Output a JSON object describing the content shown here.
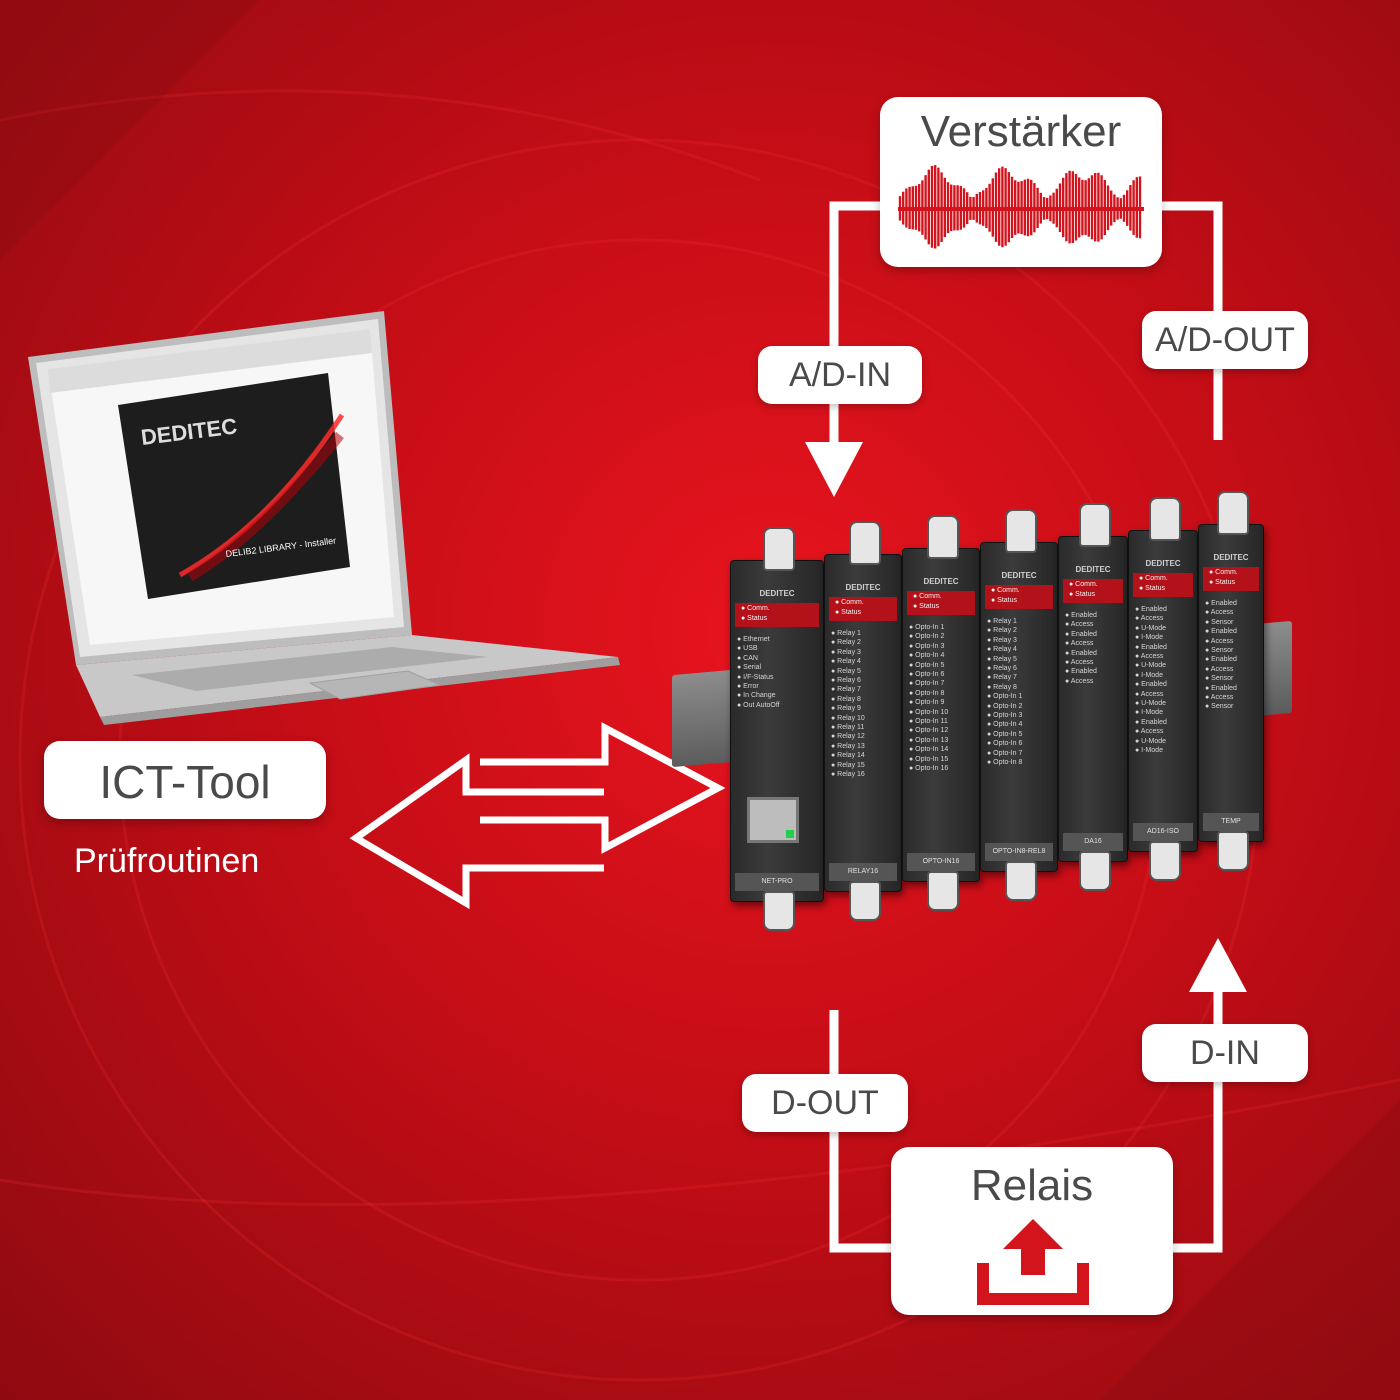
{
  "amplifier": {
    "label": "Verstärker"
  },
  "relay": {
    "label": "Relais"
  },
  "signals": {
    "ad_in": "A/D-IN",
    "ad_out": "A/D-OUT",
    "d_out": "D-OUT",
    "d_in": "D-IN"
  },
  "tool": {
    "label": "ICT-Tool",
    "sublabel": "Prüfroutinen"
  },
  "laptop_screen": {
    "brand": "DEDITEC",
    "installer_title": "DELIB2 LIBRARY - Installer"
  },
  "device": {
    "brand": "DEDITEC",
    "modules": [
      {
        "name": "NET-PRO",
        "status": [
          "Comm.",
          "Status"
        ],
        "leds": [
          "Ethernet",
          "USB",
          "CAN",
          "Serial",
          "I/F-Status",
          "Error",
          "In Change",
          "Out AutoOff"
        ]
      },
      {
        "name": "RELAY16",
        "status": [
          "Comm.",
          "Status"
        ],
        "leds": [
          "Relay 1",
          "Relay 2",
          "Relay 3",
          "Relay 4",
          "Relay 5",
          "Relay 6",
          "Relay 7",
          "Relay 8",
          "Relay 9",
          "Relay 10",
          "Relay 11",
          "Relay 12",
          "Relay 13",
          "Relay 14",
          "Relay 15",
          "Relay 16"
        ]
      },
      {
        "name": "OPTO-IN16",
        "status": [
          "Comm.",
          "Status"
        ],
        "leds": [
          "Opto-In 1",
          "Opto-In 2",
          "Opto-In 3",
          "Opto-In 4",
          "Opto-In 5",
          "Opto-In 6",
          "Opto-In 7",
          "Opto-In 8",
          "Opto-In 9",
          "Opto-In 10",
          "Opto-In 11",
          "Opto-In 12",
          "Opto-In 13",
          "Opto-In 14",
          "Opto-In 15",
          "Opto-In 16"
        ]
      },
      {
        "name": "OPTO-IN8-REL8",
        "status": [
          "Comm.",
          "Status"
        ],
        "leds": [
          "Relay 1",
          "Relay 2",
          "Relay 3",
          "Relay 4",
          "Relay 5",
          "Relay 6",
          "Relay 7",
          "Relay 8",
          "Opto-In 1",
          "Opto-In 2",
          "Opto-In 3",
          "Opto-In 4",
          "Opto-In 5",
          "Opto-In 6",
          "Opto-In 7",
          "Opto-In 8"
        ]
      },
      {
        "name": "DA16",
        "status": [
          "Comm.",
          "Status"
        ],
        "leds": [
          "Enabled",
          "Access",
          "Enabled",
          "Access",
          "Enabled",
          "Access",
          "Enabled",
          "Access"
        ]
      },
      {
        "name": "AD16-ISO",
        "status": [
          "Comm.",
          "Status"
        ],
        "leds": [
          "Enabled",
          "Access",
          "U-Mode",
          "I-Mode",
          "Enabled",
          "Access",
          "U-Mode",
          "I-Mode",
          "Enabled",
          "Access",
          "U-Mode",
          "I-Mode",
          "Enabled",
          "Access",
          "U-Mode",
          "I-Mode"
        ]
      },
      {
        "name": "TEMP",
        "status": [
          "Comm.",
          "Status"
        ],
        "leds": [
          "Enabled",
          "Access",
          "Sensor",
          "Enabled",
          "Access",
          "Sensor",
          "Enabled",
          "Access",
          "Sensor",
          "Enabled",
          "Access",
          "Sensor"
        ]
      }
    ]
  },
  "colors": {
    "background": "#c40d16",
    "accent_red": "#d4141c",
    "box": "#ffffff",
    "box_text": "#4a4a4a",
    "line": "#ffffff"
  }
}
